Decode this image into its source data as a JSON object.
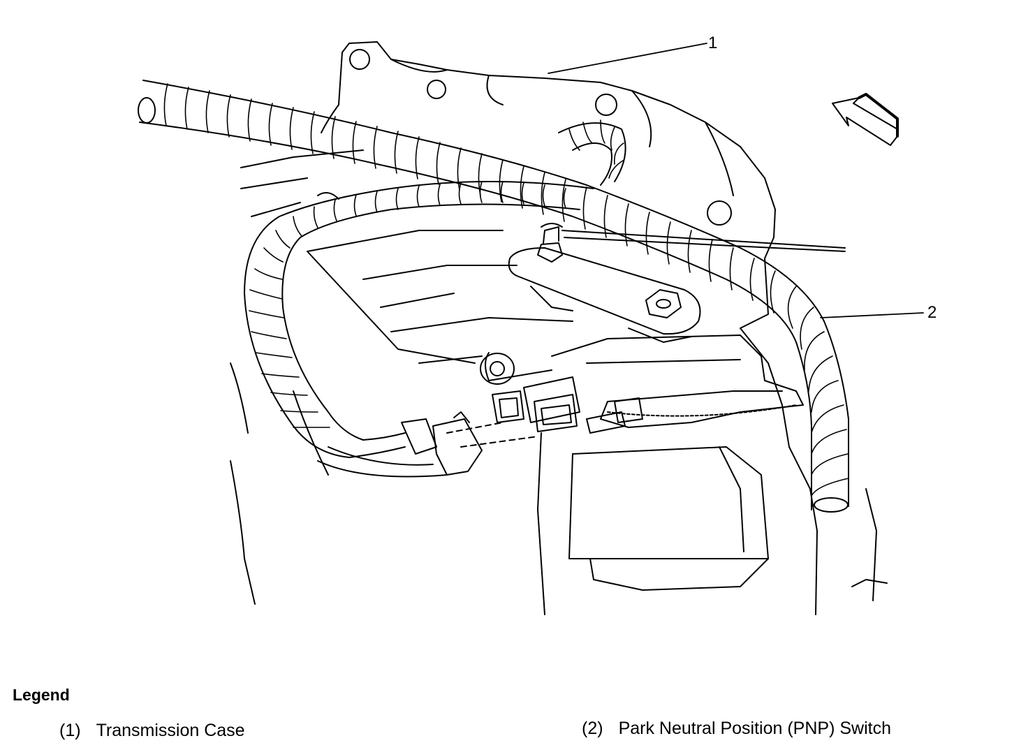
{
  "callouts": [
    "1",
    "2"
  ],
  "legend": {
    "title": "Legend",
    "items": [
      {
        "number": "(1)",
        "label": "Transmission Case"
      },
      {
        "number": "(2)",
        "label": "Park Neutral Position (PNP) Switch"
      }
    ]
  },
  "icons": {
    "view_direction": "arrow-icon",
    "harness": "wiring-harness-icon",
    "switch": "pnp-switch-icon"
  }
}
